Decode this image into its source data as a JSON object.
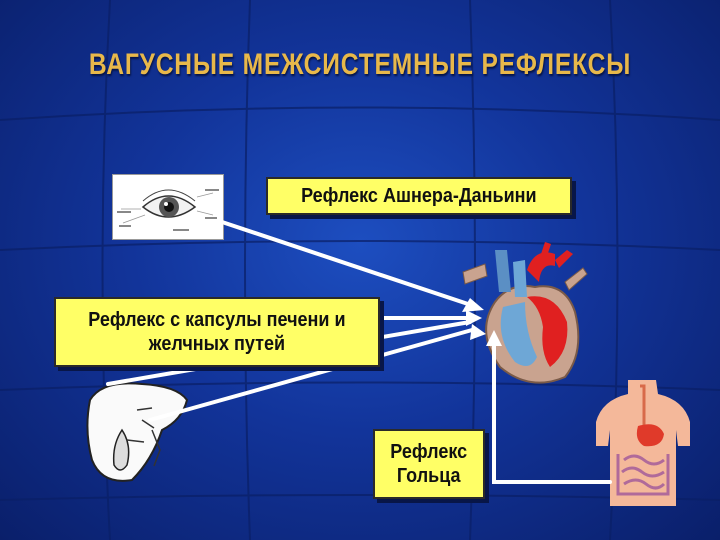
{
  "title": "ВАГУСНЫЕ МЕЖСИСТЕМНЫЕ РЕФЛЕКСЫ",
  "boxes": {
    "aschner": "Рефлекс Ашнера-Даньини",
    "liver_line1": "Рефлекс с капсулы печени и",
    "liver_line2": "желчных путей",
    "goltz_line1": "Рефлекс",
    "goltz_line2": "Гольца"
  },
  "colors": {
    "background": "#12349a",
    "title": "#e8b84a",
    "box": "#ffff66",
    "arrows": "#ffffff"
  },
  "icons": [
    "eye-diagram",
    "heart-diagram",
    "liver-diagram",
    "torso-digestive-diagram"
  ]
}
